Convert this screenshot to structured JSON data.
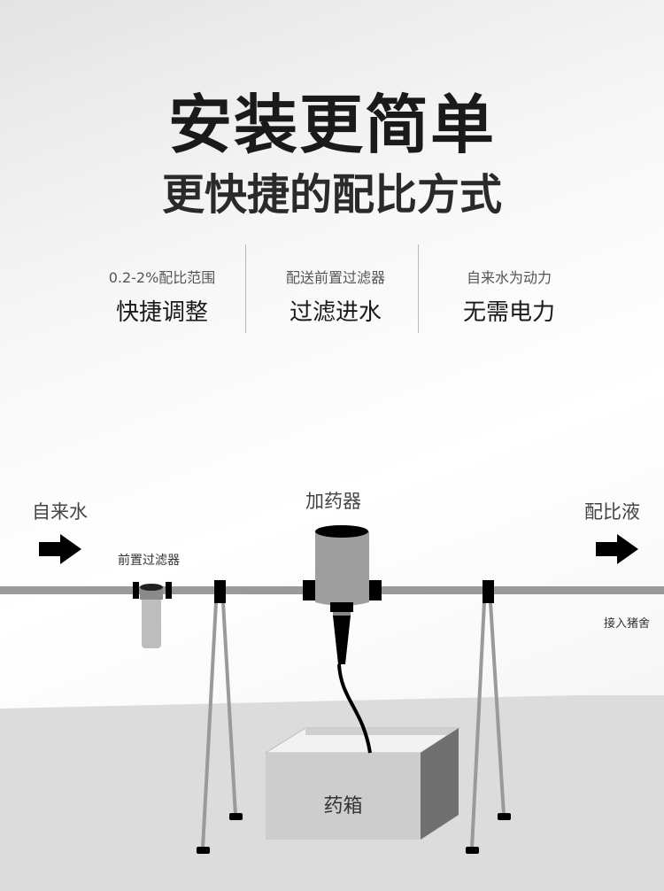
{
  "title": "安装更简单",
  "subtitle": "更快捷的配比方式",
  "features": [
    {
      "small": "0.2-2%配比范围",
      "big": "快捷调整"
    },
    {
      "small": "配送前置过滤器",
      "big": "过滤进水"
    },
    {
      "small": "自来水为动力",
      "big": "无需电力"
    }
  ],
  "diagram": {
    "inlet_label": "自来水",
    "filter_label": "前置过滤器",
    "dispenser_label": "加药器",
    "outlet_label": "配比液",
    "outlet_note": "接入猪舍",
    "tank_label": "药箱"
  }
}
